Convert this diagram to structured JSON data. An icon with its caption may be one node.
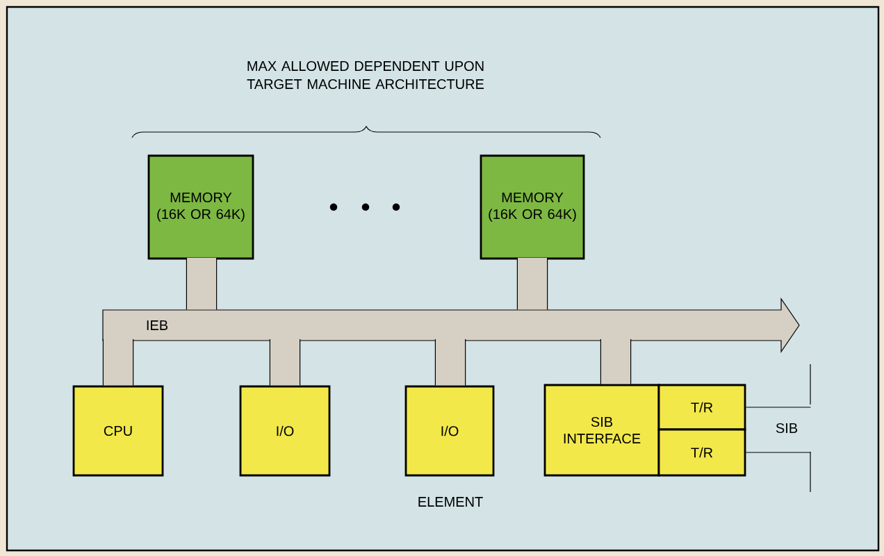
{
  "diagram": {
    "nodes": [
      {
        "text": [
          "MEMORY (16K OR 64K)"
        ]
      },
      {
        "text": [
          "MEMORY (16K OR 64K)"
        ]
      },
      {
        "text": [
          "IEB"
        ]
      },
      {
        "text": [
          "CPU"
        ]
      },
      {
        "text": [
          "I/O"
        ]
      },
      {
        "text": [
          "I/O"
        ]
      },
      {
        "text": [
          "SIB INTERFACE"
        ]
      },
      {
        "text": [
          "T/R"
        ]
      },
      {
        "text": [
          "T/R"
        ]
      },
      {
        "text": [
          "SIB"
        ]
      }
    ],
    "edges": [
      {
        "from": 0,
        "to": 2,
        "arrow": "none"
      },
      {
        "from": 1,
        "to": 2,
        "arrow": "none"
      },
      {
        "from": 2,
        "to": 3,
        "arrow": "none"
      },
      {
        "from": 2,
        "to": 4,
        "arrow": "none"
      },
      {
        "from": 2,
        "to": 5,
        "arrow": "none"
      },
      {
        "from": 2,
        "to": 6,
        "arrow": "none"
      },
      {
        "from": 7,
        "to": 9,
        "arrow": "none"
      },
      {
        "from": 8,
        "to": 9,
        "arrow": "none"
      }
    ],
    "labels": [
      "MAX ALLOWED DEPENDENT UPON TARGET MACHINE ARCHITECTURE",
      "ELEMENT"
    ]
  }
}
